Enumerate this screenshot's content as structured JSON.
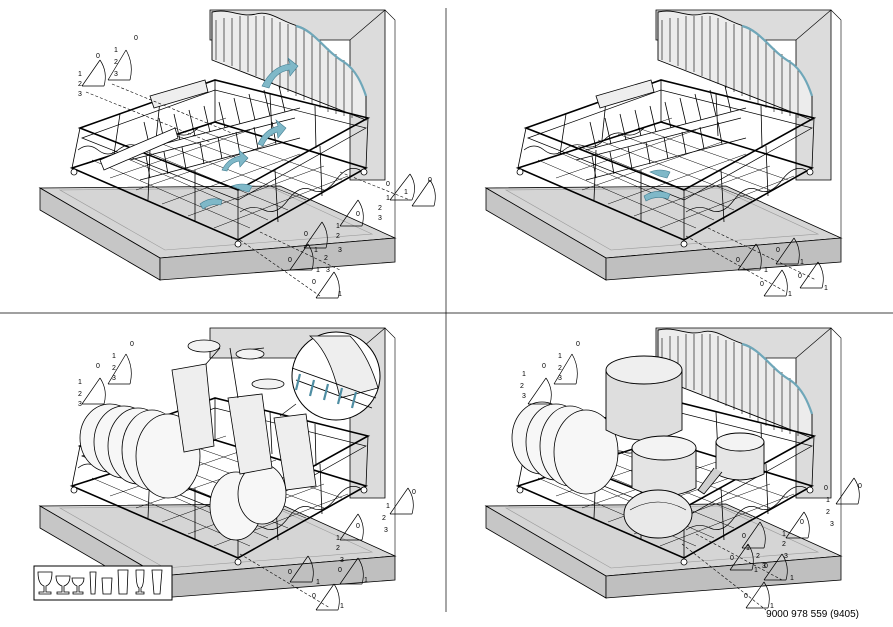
{
  "document": {
    "number": "9000 978 559 (9405)"
  },
  "height_settings": {
    "levels": [
      "0",
      "1",
      "2",
      "3"
    ],
    "small_levels": [
      "0",
      "1"
    ]
  },
  "colors": {
    "line": "#000000",
    "cabinet_gray": "#d8d8d8",
    "cabinet_gray_dark": "#bdbdbd",
    "arrow_blue": "#7fb8c8",
    "tine_blue": "#4f8ea3",
    "dish_white": "#f7f7f7"
  },
  "icons": [
    "wine-glass-icon",
    "goblet-icon",
    "tumbler-icon",
    "champagne-flute-icon",
    "beer-glass-icon",
    "tall-glass-icon"
  ]
}
